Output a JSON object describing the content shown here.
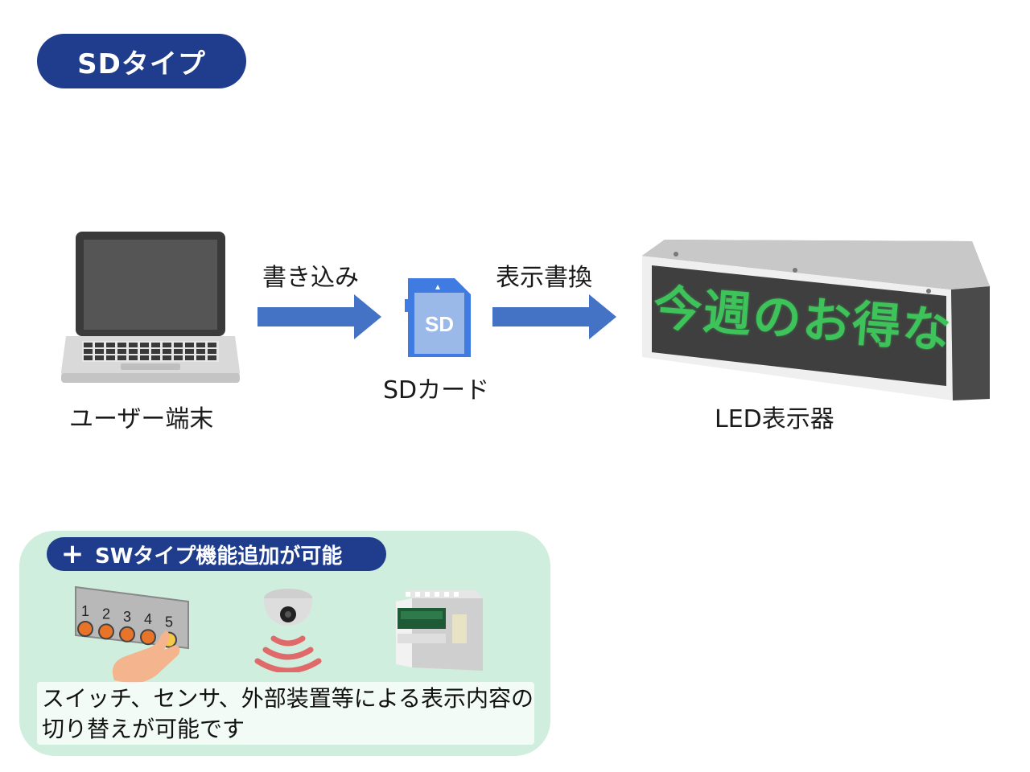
{
  "title": "SDタイプ",
  "flow": {
    "user_terminal_label": "ユーザー端末",
    "write_label": "書き込み",
    "sd_card_label": "SDカード",
    "sd_card_text": "SD",
    "rewrite_label": "表示書換",
    "led_display_label": "LED表示器",
    "led_message": "今週のお得な"
  },
  "option": {
    "plus_symbol": "+",
    "heading": "SWタイプ機能追加が可能",
    "switch_numbers": [
      "1",
      "2",
      "3",
      "4",
      "5"
    ],
    "description_line1": "スイッチ、センサ、外部装置等による表示内容の",
    "description_line2": "切り替えが可能です"
  },
  "colors": {
    "navy": "#1f3d8c",
    "arrow_blue": "#4472c4",
    "panel_green": "#cfeedd",
    "led_green": "#3ec25a",
    "sd_blue": "#5b8fd6"
  }
}
